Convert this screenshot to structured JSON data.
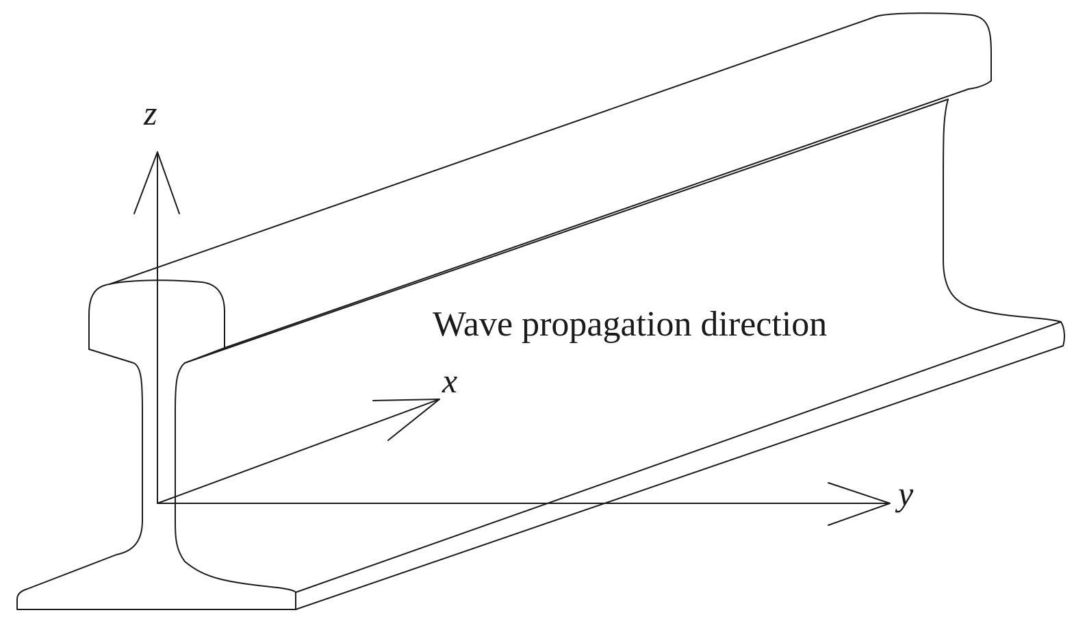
{
  "diagram": {
    "caption": "Wave propagation direction",
    "axes": {
      "x_label": "x",
      "y_label": "y",
      "z_label": "z"
    }
  }
}
